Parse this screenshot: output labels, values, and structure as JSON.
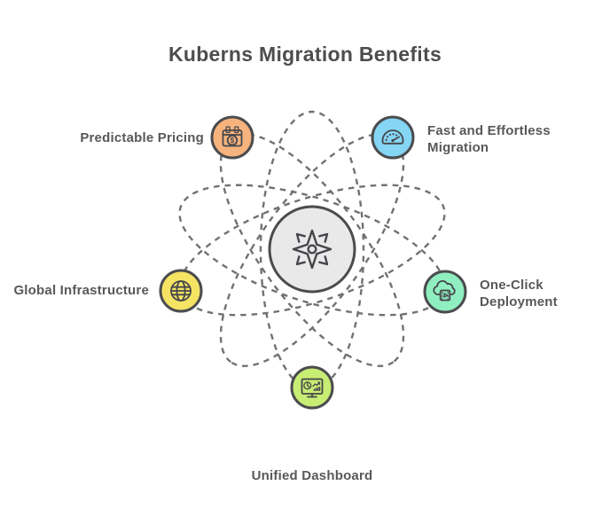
{
  "title": "Kuberns Migration Benefits",
  "nodes": [
    {
      "id": "predictable-pricing",
      "label": "Predictable Pricing",
      "icon": "calendar-dollar-icon",
      "color": "#F6B37E"
    },
    {
      "id": "fast-effortless-migration",
      "label": "Fast and Effortless Migration",
      "icon": "speedometer-icon",
      "color": "#85D6F4"
    },
    {
      "id": "global-infrastructure",
      "label": "Global Infrastructure",
      "icon": "globe-icon",
      "color": "#F5E464"
    },
    {
      "id": "one-click-deployment",
      "label": "One-Click Deployment",
      "icon": "cloud-deploy-icon",
      "color": "#8FEFC1"
    },
    {
      "id": "unified-dashboard",
      "label": "Unified Dashboard",
      "icon": "dashboard-monitor-icon",
      "color": "#C8ED74"
    }
  ],
  "center": {
    "icon": "compass-star-icon"
  },
  "glyphs": {
    "dollar": "$"
  },
  "colors": {
    "node_orange": "#F6B37E",
    "node_blue": "#85D6F4",
    "node_yellow": "#F5E464",
    "node_mint": "#8FEFC1",
    "node_green": "#C8ED74",
    "center_fill": "#E9E9EA",
    "outline": "#4B4C4E",
    "icon_stroke": "#45464A",
    "orbit": "#707174",
    "title_text": "#4C4D4F",
    "label_text": "#57585A",
    "background": "#FFFFFF"
  }
}
